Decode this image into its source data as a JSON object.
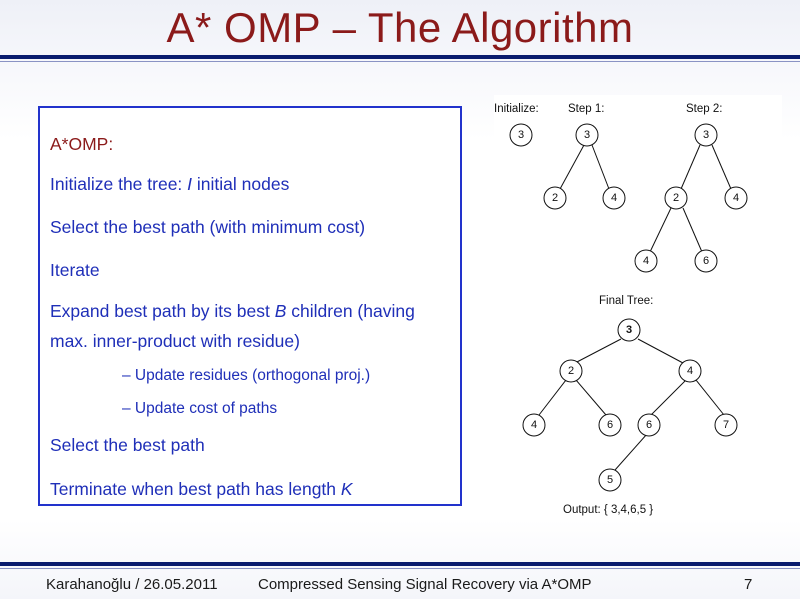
{
  "slide": {
    "title": "A* OMP – The Algorithm",
    "box_heading": "A*OMP:",
    "lines": {
      "l1_pre": "Initialize the tree: ",
      "l1_var": "I",
      "l1_post": " initial nodes",
      "l2": "Select the best path (with minimum cost)",
      "l3": "Iterate",
      "l4_pre": "Expand best path by its best ",
      "l4_var": "B",
      "l4_post": " children (having",
      "l4b": "max. inner-product with residue)",
      "s1": "– Update residues (orthogonal proj.)",
      "s2": "– Update cost of paths",
      "l5": "Select the best path",
      "l6_pre": "Terminate when best path has length ",
      "l6_var": "K"
    }
  },
  "figure": {
    "labels": {
      "init": "Initialize:",
      "step1": "Step 1:",
      "step2": "Step 2:",
      "final": "Final Tree:",
      "output": "Output: { 3,4,6,5 }"
    },
    "nodes": {
      "init_root": "3",
      "s1_root": "3",
      "s1_left": "2",
      "s1_right": "4",
      "s2_root": "3",
      "s2_left": "2",
      "s2_right": "4",
      "s2_ll": "4",
      "s2_lr": "6",
      "f_root": "3",
      "f_l": "2",
      "f_r": "4",
      "f_ll": "4",
      "f_lr": "6",
      "f_rl": "6",
      "f_rr": "7",
      "f_rll": "5"
    }
  },
  "footer": {
    "author_date": "Karahanoğlu / 26.05.2011",
    "talk_title": "Compressed Sensing Signal Recovery via A*OMP",
    "page": "7"
  },
  "colors": {
    "title": "#8b1a1a",
    "body_text": "#1f2fb8",
    "rule": "#0a1c6e",
    "box_border": "#2233cc"
  }
}
